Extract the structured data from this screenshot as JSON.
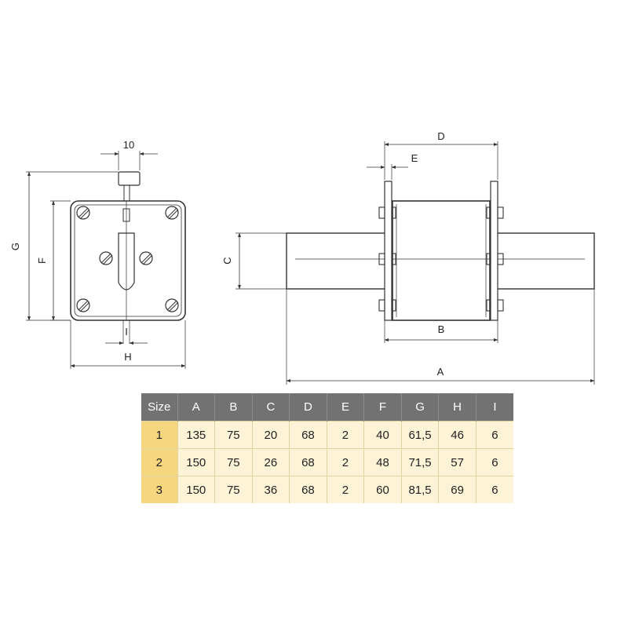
{
  "dimension_labels": {
    "top_width": "10",
    "G": "G",
    "F": "F",
    "I": "I",
    "H": "H",
    "D": "D",
    "E": "E",
    "C": "C",
    "B": "B",
    "A": "A"
  },
  "table": {
    "headers": [
      "Size",
      "A",
      "B",
      "C",
      "D",
      "E",
      "F",
      "G",
      "H",
      "I"
    ],
    "rows": [
      [
        "1",
        "135",
        "75",
        "20",
        "68",
        "2",
        "40",
        "61,5",
        "46",
        "6"
      ],
      [
        "2",
        "150",
        "75",
        "26",
        "68",
        "2",
        "48",
        "71,5",
        "57",
        "6"
      ],
      [
        "3",
        "150",
        "75",
        "36",
        "68",
        "2",
        "60",
        "81,5",
        "69",
        "6"
      ]
    ]
  }
}
